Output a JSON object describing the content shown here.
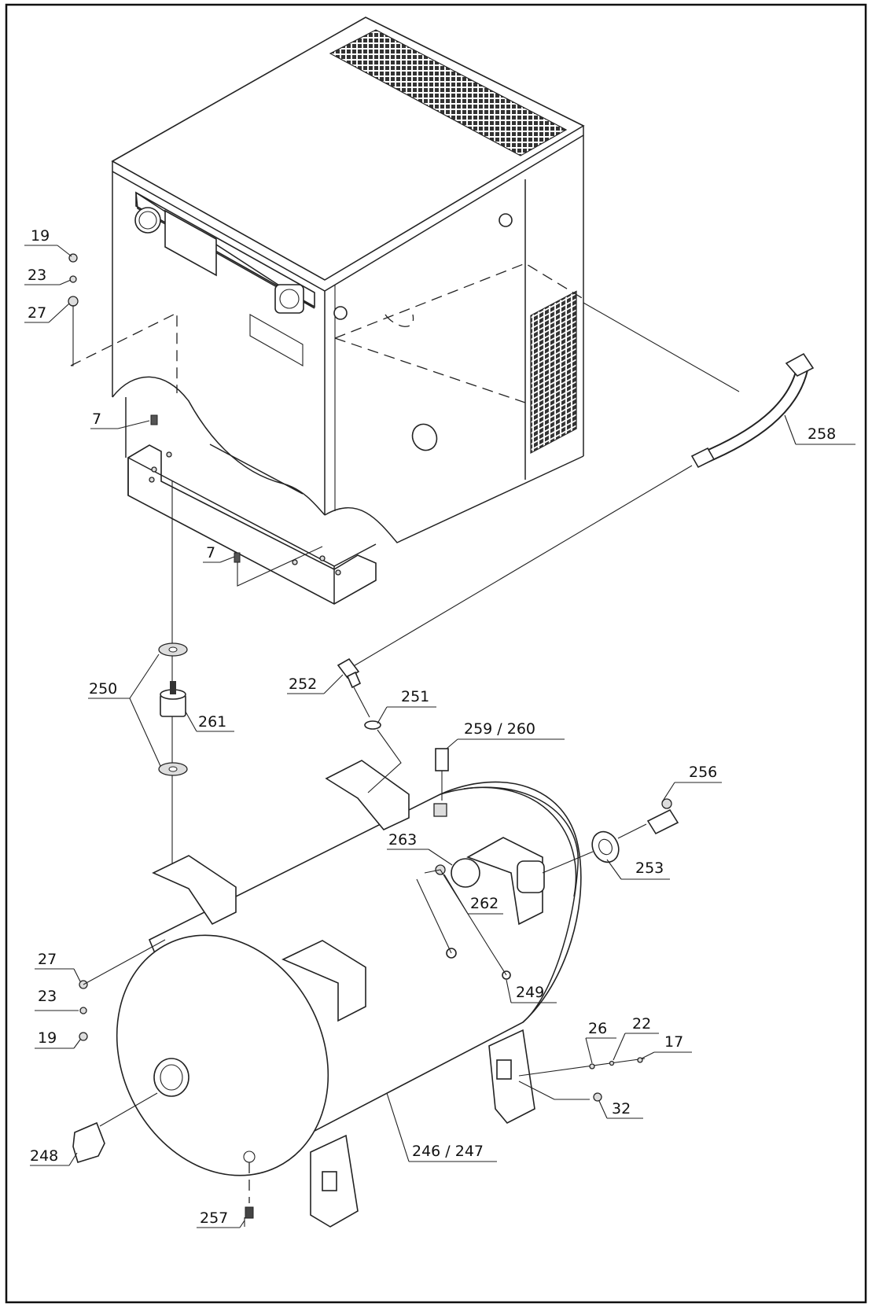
{
  "labels": [
    {
      "id": "lbl-19-top",
      "text": "19"
    },
    {
      "id": "lbl-23-top",
      "text": "23"
    },
    {
      "id": "lbl-27-top",
      "text": "27"
    },
    {
      "id": "lbl-7-a",
      "text": "7"
    },
    {
      "id": "lbl-7-b",
      "text": "7"
    },
    {
      "id": "lbl-258",
      "text": "258"
    },
    {
      "id": "lbl-250",
      "text": "250"
    },
    {
      "id": "lbl-261",
      "text": "261"
    },
    {
      "id": "lbl-252",
      "text": "252"
    },
    {
      "id": "lbl-251",
      "text": "251"
    },
    {
      "id": "lbl-259-260",
      "text": "259 / 260"
    },
    {
      "id": "lbl-256",
      "text": "256"
    },
    {
      "id": "lbl-263",
      "text": "263"
    },
    {
      "id": "lbl-253",
      "text": "253"
    },
    {
      "id": "lbl-262",
      "text": "262"
    },
    {
      "id": "lbl-27-bot",
      "text": "27"
    },
    {
      "id": "lbl-23-bot",
      "text": "23"
    },
    {
      "id": "lbl-19-bot",
      "text": "19"
    },
    {
      "id": "lbl-249",
      "text": "249"
    },
    {
      "id": "lbl-26",
      "text": "26"
    },
    {
      "id": "lbl-22",
      "text": "22"
    },
    {
      "id": "lbl-17",
      "text": "17"
    },
    {
      "id": "lbl-32",
      "text": "32"
    },
    {
      "id": "lbl-248",
      "text": "248"
    },
    {
      "id": "lbl-246-247",
      "text": "246 / 247"
    },
    {
      "id": "lbl-257",
      "text": "257"
    }
  ]
}
